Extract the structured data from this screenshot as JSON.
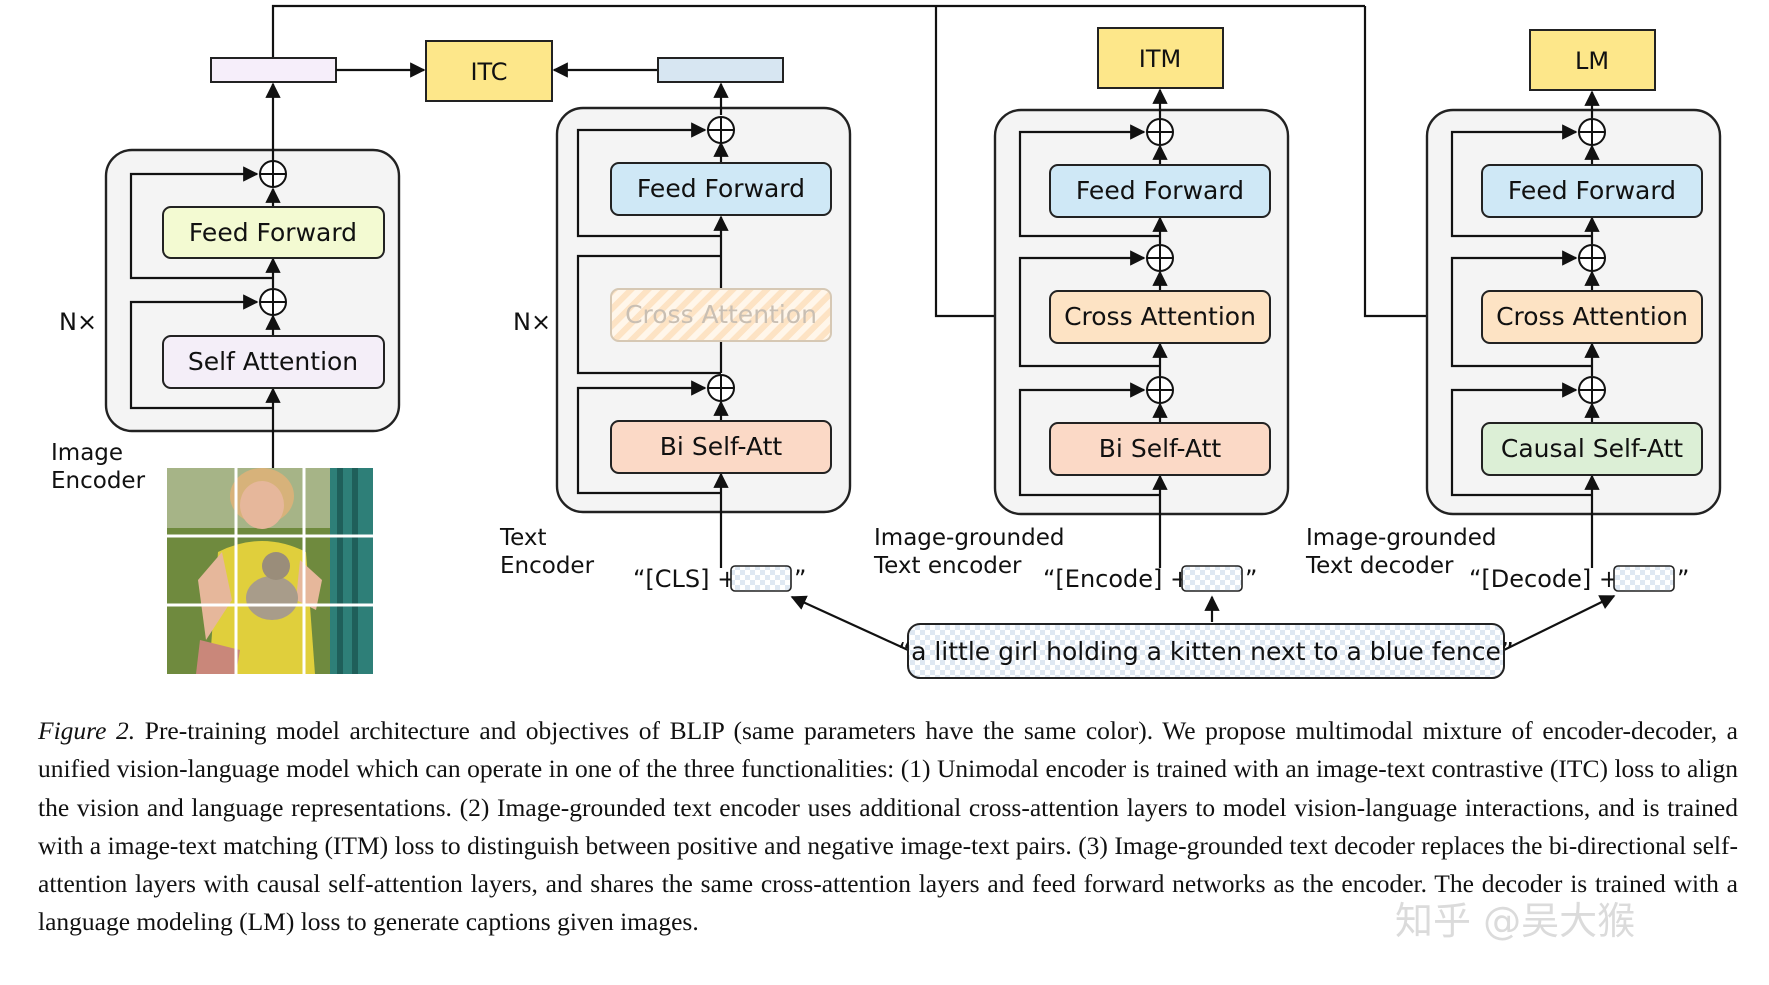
{
  "diagram": {
    "objectives": {
      "itc": "ITC",
      "itm": "ITM",
      "lm": "LM"
    },
    "blocks": {
      "feed_forward": "Feed Forward",
      "self_attention": "Self Attention",
      "cross_attention": "Cross Attention",
      "bi_self_att": "Bi Self-Att",
      "causal_self_att": "Causal Self-Att"
    },
    "repeat_label": "N×",
    "module_labels": {
      "image_encoder": [
        "Image",
        "Encoder"
      ],
      "text_encoder": [
        "Text",
        "Encoder"
      ],
      "grounded_encoder": [
        "Image-grounded",
        "Text encoder"
      ],
      "grounded_decoder": [
        "Image-grounded",
        "Text decoder"
      ]
    },
    "inputs": {
      "cls": {
        "open": "“[CLS] +",
        "close": "”"
      },
      "encode": {
        "open": "“[Encode] +",
        "close": "”"
      },
      "decode": {
        "open": "“[Decode] +",
        "close": "”"
      }
    },
    "caption_text": "“a little girl holding a kitten next to a blue fence”"
  },
  "caption": {
    "figure_label": "Figure 2.",
    "text": " Pre-training model architecture and objectives of BLIP (same parameters have the same color). We propose multimodal mixture of encoder-decoder, a unified vision-language model which can operate in one of the three functionalities: (1) Unimodal encoder is trained with an image-text contrastive (ITC) loss to align the vision and language representations. (2) Image-grounded text encoder uses additional cross-attention layers to model vision-language interactions, and is trained with a image-text matching (ITM) loss to distinguish between positive and negative image-text pairs. (3) Image-grounded text decoder replaces the bi-directional self-attention layers with causal self-attention layers, and shares the same cross-attention layers and feed forward networks as the encoder. The decoder is trained with a language modeling (LM) loss to generate captions given images."
  },
  "watermark": "知乎 @吴大猴",
  "colors": {
    "feed_forward_image": "#f3fad2",
    "self_attention": "#f4eef8",
    "feed_forward_text": "#cfe8f6",
    "cross_attention": "#fde3c4",
    "bi_self_att": "#fbd9c6",
    "causal_self_att": "#dcefd6",
    "objective": "#fde78a",
    "image_embed": "#f6eefa",
    "text_embed": "#d7e6f2"
  }
}
